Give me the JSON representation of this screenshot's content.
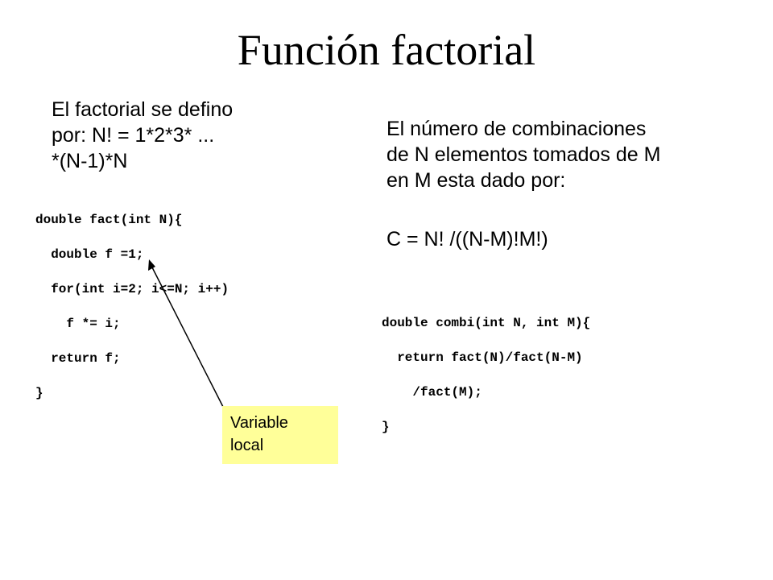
{
  "slide": {
    "title": "Función factorial",
    "left_text": {
      "lines": [
        "El factorial se defino",
        "por: N! = 1*2*3* ...",
        "*(N-1)*N"
      ]
    },
    "right_text": {
      "lines": [
        "El número de combinaciones",
        "de N elementos tomados de M",
        "en M esta dado por:"
      ],
      "formula": "C = N! /((N-M)!M!)"
    },
    "code_left": {
      "lines": [
        "double fact(int N){",
        "  double f =1;",
        "  for(int i=2; i<=N; i++)",
        "    f *= i;",
        "  return f;",
        "}"
      ]
    },
    "code_right": {
      "lines": [
        "double combi(int N, int M){",
        "  return fact(N)/fact(N-M)",
        "    /fact(M);",
        "}"
      ]
    },
    "callout": {
      "lines": [
        "Variable",
        "local"
      ],
      "background": "#ffff99"
    },
    "arrow_icon": "arrow-up-left-icon"
  }
}
